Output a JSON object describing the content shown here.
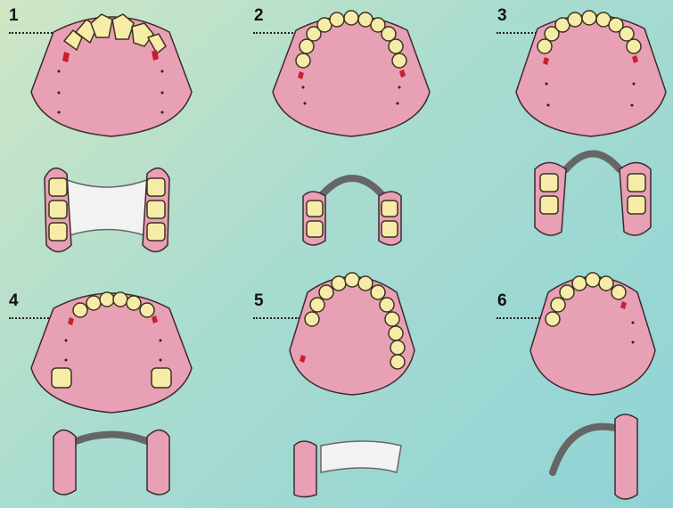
{
  "panels": [
    {
      "label": "1"
    },
    {
      "label": "2"
    },
    {
      "label": "3"
    },
    {
      "label": "4"
    },
    {
      "label": "5"
    },
    {
      "label": "6"
    }
  ],
  "colors": {
    "gum": "#e8a0b4",
    "gum_edge": "#3b2a2e",
    "tooth": "#f6eca8",
    "tooth_edge": "#3a3320",
    "metal": "#f2f2f2",
    "metal_edge": "#666666",
    "marker_red": "#c81e2e"
  }
}
